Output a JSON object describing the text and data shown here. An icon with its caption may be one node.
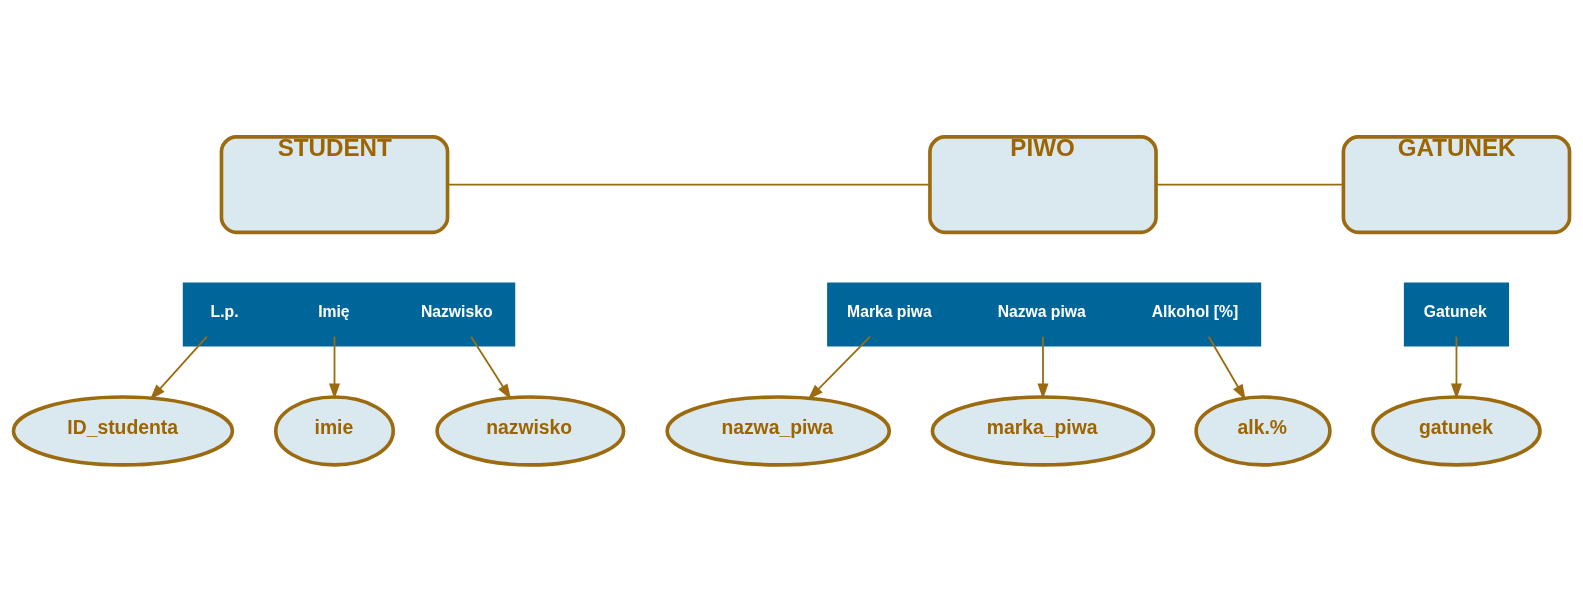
{
  "diagram": {
    "nodes": [
      {
        "text": [
          "STUDENT"
        ]
      },
      {
        "text": [
          "PIWO"
        ]
      },
      {
        "text": [
          "GATUNEK"
        ]
      },
      {
        "text": [],
        "shape": "bar"
      },
      {
        "text": [
          "L.p."
        ],
        "in": 3
      },
      {
        "text": [
          "Imię"
        ],
        "in": 3
      },
      {
        "text": [
          "Nazwisko"
        ],
        "in": 3
      },
      {
        "text": [],
        "shape": "bar"
      },
      {
        "text": [
          "Marka piwa"
        ],
        "in": 7
      },
      {
        "text": [
          "Nazwa piwa"
        ],
        "in": 7
      },
      {
        "text": [
          "Alkohol [%]"
        ],
        "in": 7
      },
      {
        "text": [],
        "shape": "bar"
      },
      {
        "text": [
          "Gatunek"
        ],
        "in": 11
      },
      {
        "text": [
          "ID_studenta"
        ]
      },
      {
        "text": [
          "nazwisko"
        ]
      },
      {
        "text": [
          "imie"
        ]
      },
      {
        "text": [
          "nazwa_piwa"
        ]
      },
      {
        "text": [
          "alk.%"
        ]
      },
      {
        "text": [
          "gatunek"
        ]
      },
      {
        "text": [
          "marka_piwa"
        ]
      }
    ],
    "edges": [
      {
        "from": 0,
        "to": 1,
        "arrow": "none"
      },
      {
        "from": 1,
        "to": 2,
        "arrow": "none"
      },
      {
        "from": 4,
        "to": 13,
        "arrow": "to"
      },
      {
        "from": 5,
        "to": 15,
        "arrow": "to"
      },
      {
        "from": 6,
        "to": 14,
        "arrow": "to"
      },
      {
        "from": 8,
        "to": 16,
        "arrow": "to"
      },
      {
        "from": 9,
        "to": 19,
        "arrow": "to"
      },
      {
        "from": 10,
        "to": 17,
        "arrow": "to"
      },
      {
        "from": 12,
        "to": 18,
        "arrow": "to"
      }
    ]
  }
}
